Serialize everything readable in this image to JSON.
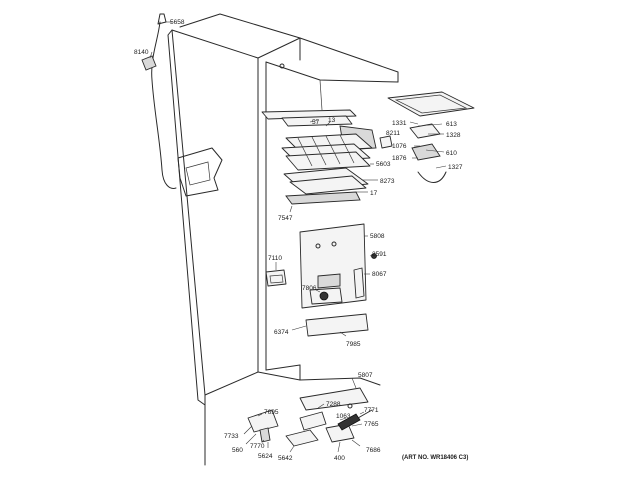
{
  "diagram": {
    "art_number": "(ART NO. WR18406 C3)",
    "callouts": [
      {
        "id": "c5658",
        "text": "5658"
      },
      {
        "id": "c8140",
        "text": "8140"
      },
      {
        "id": "c57",
        "text": "57"
      },
      {
        "id": "c13",
        "text": "13"
      },
      {
        "id": "c1331",
        "text": "1331"
      },
      {
        "id": "c613",
        "text": "613"
      },
      {
        "id": "c8211",
        "text": "8211"
      },
      {
        "id": "c1328",
        "text": "1328"
      },
      {
        "id": "c1076",
        "text": "1076"
      },
      {
        "id": "c610",
        "text": "610"
      },
      {
        "id": "c1876",
        "text": "1876"
      },
      {
        "id": "c1327",
        "text": "1327"
      },
      {
        "id": "c5603",
        "text": "5603"
      },
      {
        "id": "c8273",
        "text": "8273"
      },
      {
        "id": "c17",
        "text": "17"
      },
      {
        "id": "c7547",
        "text": "7547"
      },
      {
        "id": "c5808",
        "text": "5808"
      },
      {
        "id": "c2591",
        "text": "2591"
      },
      {
        "id": "c7110",
        "text": "7110"
      },
      {
        "id": "c8067",
        "text": "8067"
      },
      {
        "id": "c7806",
        "text": "7806"
      },
      {
        "id": "c6374",
        "text": "6374"
      },
      {
        "id": "c7985",
        "text": "7985"
      },
      {
        "id": "c5807",
        "text": "5807"
      },
      {
        "id": "c7288",
        "text": "7288"
      },
      {
        "id": "c7695",
        "text": "7695"
      },
      {
        "id": "c1063",
        "text": "1063"
      },
      {
        "id": "c7771",
        "text": "7771"
      },
      {
        "id": "c7765",
        "text": "7765"
      },
      {
        "id": "c7733",
        "text": "7733"
      },
      {
        "id": "c7770",
        "text": "7770"
      },
      {
        "id": "c560",
        "text": "560"
      },
      {
        "id": "c5624",
        "text": "5624"
      },
      {
        "id": "c5642",
        "text": "5642"
      },
      {
        "id": "c400",
        "text": "400"
      },
      {
        "id": "c7686",
        "text": "7686"
      }
    ]
  }
}
